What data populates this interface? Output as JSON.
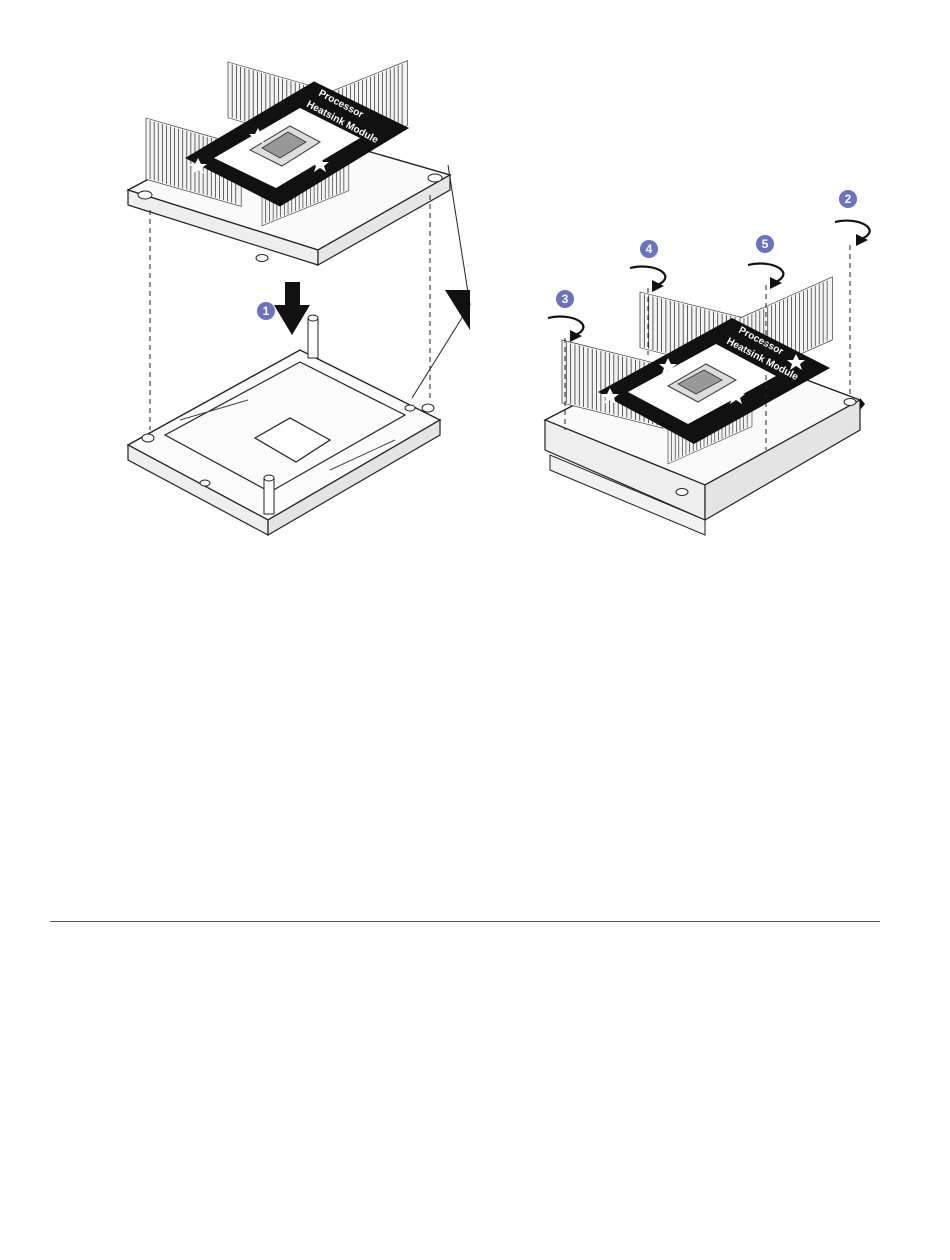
{
  "colors": {
    "callout": "#6a73c0",
    "callout_text": "#ffffff",
    "line": "#222222",
    "label_bg": "#111111"
  },
  "label": {
    "line1": "Processor",
    "line2": "Heatsink Module"
  },
  "callouts": [
    "1",
    "2",
    "3",
    "4",
    "5"
  ]
}
